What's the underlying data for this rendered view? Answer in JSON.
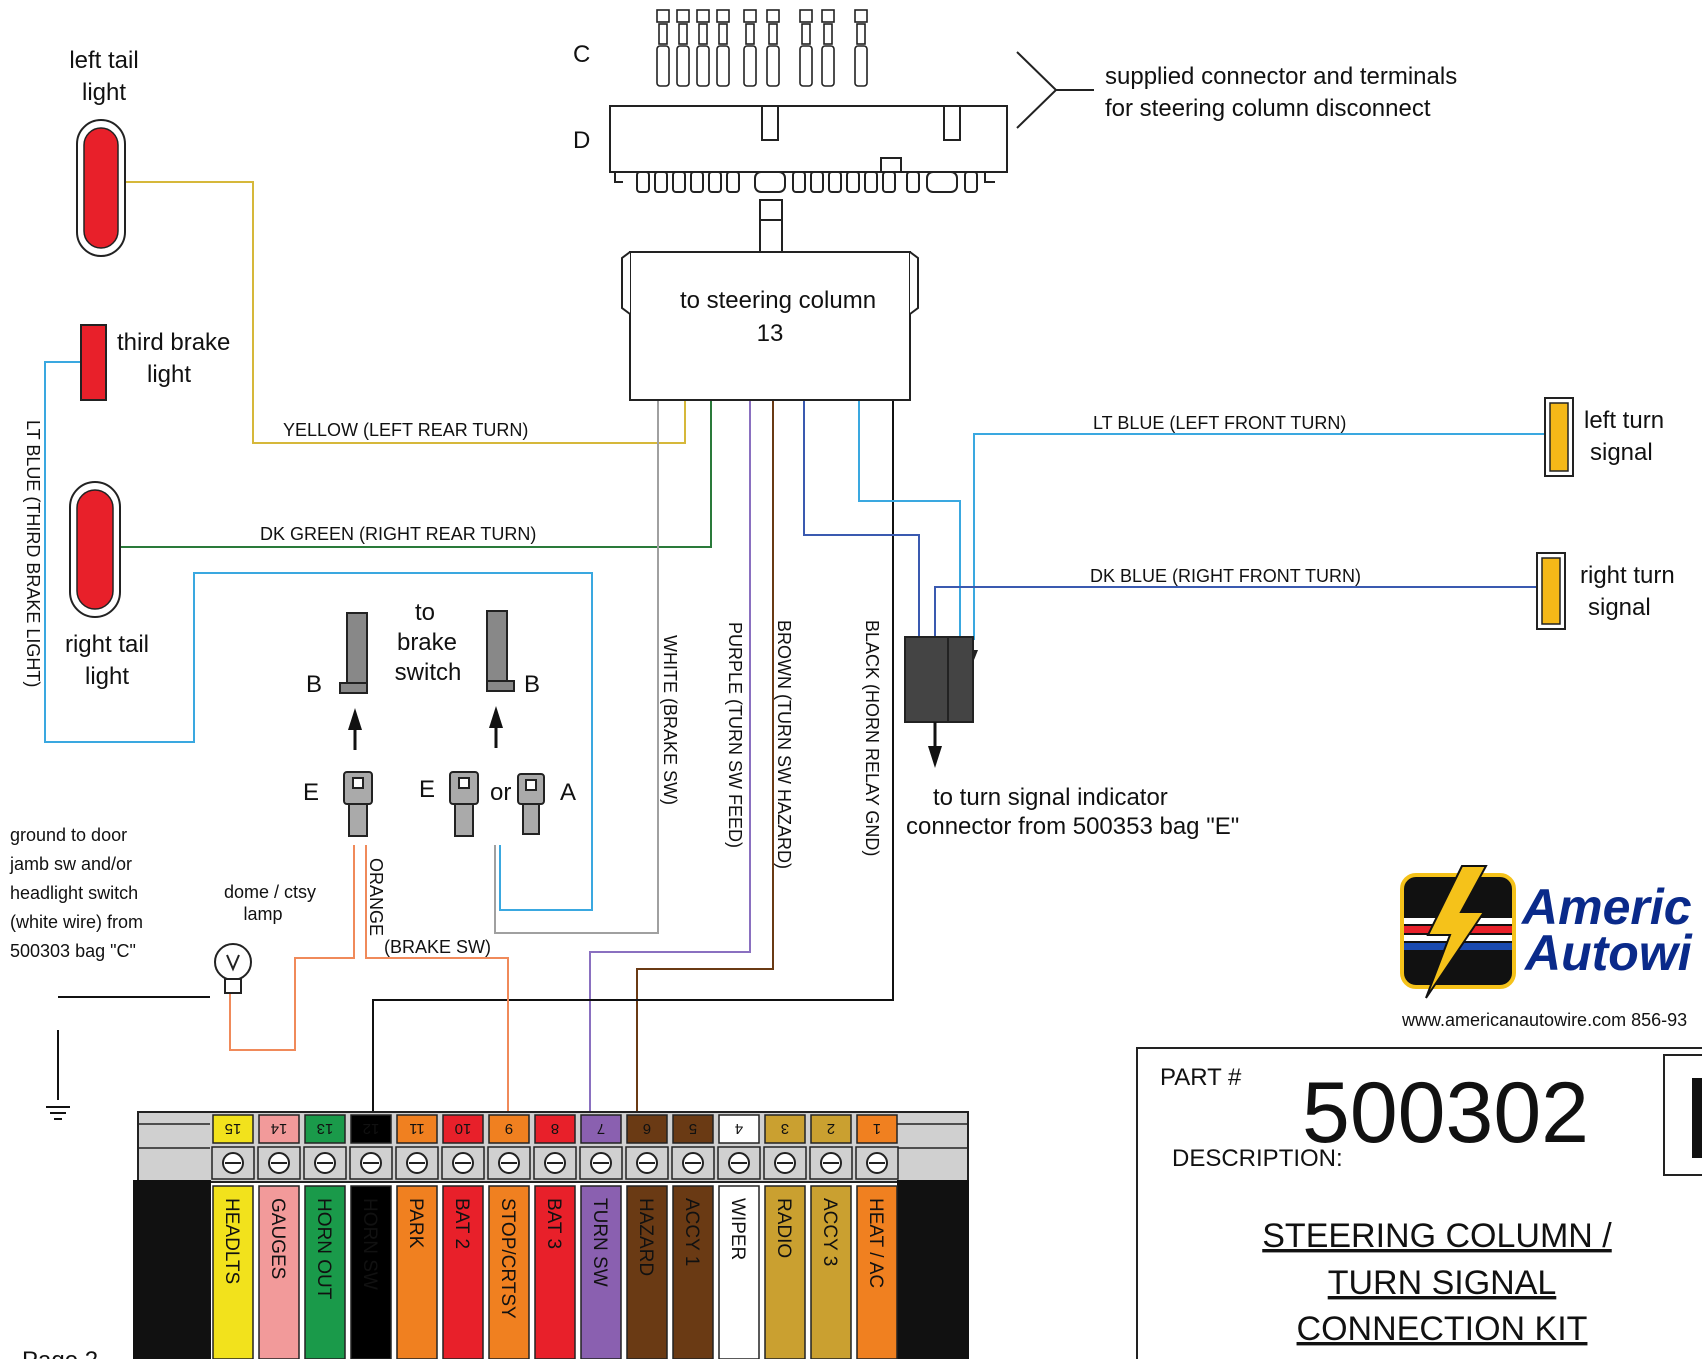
{
  "components": {
    "left_tail": [
      "left tail",
      "light"
    ],
    "third_brake": [
      "third brake",
      "light"
    ],
    "right_tail": [
      "right tail",
      "light"
    ],
    "brake_switch": [
      "to",
      "brake",
      "switch"
    ],
    "dome": [
      "dome / ctsy",
      "lamp"
    ],
    "ground_note": [
      "ground to door",
      "jamb sw and/or",
      "headlight switch",
      "(white wire) from",
      "500303 bag \"C\""
    ],
    "left_turn": [
      "left turn",
      "signal"
    ],
    "right_turn": [
      "right turn",
      "signal"
    ],
    "steering": [
      "to steering column",
      "13"
    ],
    "supplied": [
      "supplied connector and terminals",
      "for steering column disconnect"
    ],
    "turn_indicator": [
      "to turn signal indicator",
      "connector from 500353 bag \"E\""
    ]
  },
  "letters": {
    "c": "C",
    "d": "D",
    "b1": "B",
    "b2": "B",
    "e1": "E",
    "e2": "E",
    "or": "or",
    "a": "A"
  },
  "wires": {
    "yellow": "YELLOW  (LEFT REAR TURN)",
    "dkgreen": "DK GREEN (RIGHT REAR TURN)",
    "ltblue_third": "LT BLUE (THIRD BRAKE LIGHT)",
    "white": "WHITE (BRAKE SW)",
    "purple": "PURPLE (TURN SW FEED)",
    "brown": "BROWN (TURN SW HAZARD)",
    "black": "BLACK (HORN RELAY GND)",
    "ltblue_front": "LT BLUE   (LEFT FRONT TURN)",
    "dkblue_front": "DK BLUE   (RIGHT FRONT TURN)",
    "orange": "ORANGE",
    "brake_sw": "(BRAKE SW)"
  },
  "fuses": [
    {
      "num": "15",
      "name": "HEADLTS",
      "color": "#f2e21c",
      "text": "#111"
    },
    {
      "num": "14",
      "name": "GAUGES",
      "color": "#f29a9a",
      "text": "#111"
    },
    {
      "num": "13",
      "name": "HORN OUT",
      "color": "#1a9a4a",
      "text": "#111"
    },
    {
      "num": "12",
      "name": "HORN SW",
      "color": "#000000",
      "text": "#ffffff"
    },
    {
      "num": "11",
      "name": "PARK",
      "color": "#f08020",
      "text": "#111"
    },
    {
      "num": "10",
      "name": "BAT 2",
      "color": "#e8202a",
      "text": "#111"
    },
    {
      "num": "9",
      "name": "STOP/CRTSY",
      "color": "#f08020",
      "text": "#111"
    },
    {
      "num": "8",
      "name": "BAT 3",
      "color": "#e8202a",
      "text": "#111"
    },
    {
      "num": "7",
      "name": "TURN SW",
      "color": "#8a60b0",
      "text": "#ffffff"
    },
    {
      "num": "6",
      "name": "HAZARD",
      "color": "#6a3a14",
      "text": "#ffffff"
    },
    {
      "num": "5",
      "name": "ACCY 1",
      "color": "#6a3a14",
      "text": "#ffffff"
    },
    {
      "num": "4",
      "name": "WIPER",
      "color": "#ffffff",
      "text": "#111"
    },
    {
      "num": "3",
      "name": "RADIO",
      "color": "#caa030",
      "text": "#111"
    },
    {
      "num": "2",
      "name": "ACCY 3",
      "color": "#caa030",
      "text": "#111"
    },
    {
      "num": "1",
      "name": "HEAT / AC",
      "color": "#f08020",
      "text": "#111"
    }
  ],
  "footer": {
    "website": "www.americanautowire.com   856-93",
    "part_label": "PART #",
    "part_number": "500302",
    "desc_label": "DESCRIPTION:",
    "desc": [
      "STEERING COLUMN /",
      "TURN SIGNAL",
      "CONNECTION KIT"
    ],
    "logo": [
      "Americ",
      "Autowi"
    ],
    "page": "Page 2"
  },
  "colors": {
    "yellow": "#d6b83a",
    "dkgreen": "#2a7a3a",
    "ltblue": "#3aa8e0",
    "white": "#a0a0a0",
    "purple": "#8a70c0",
    "brown": "#6a3a14",
    "black": "#111111",
    "dkblue": "#3a5ab0",
    "orange": "#f08a5a",
    "tail_red": "#e8202a",
    "amber": "#f5b818"
  }
}
